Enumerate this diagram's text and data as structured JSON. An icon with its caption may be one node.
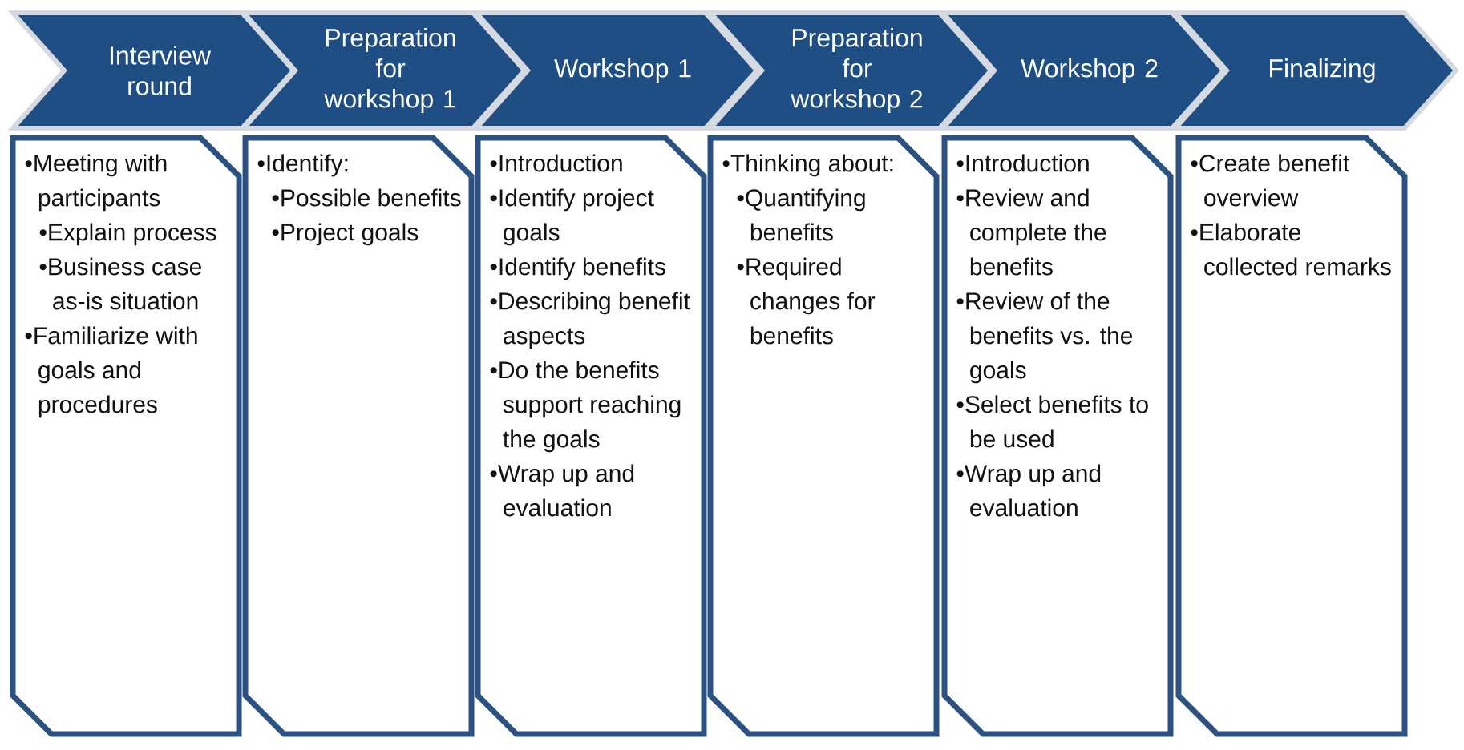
{
  "diagram": {
    "nodes": [
      {
        "text": [
          "Interview round"
        ]
      },
      {
        "text": [
          "Preparation for workshop 1"
        ]
      },
      {
        "text": [
          "Workshop 1"
        ]
      },
      {
        "text": [
          "Preparation for workshop 2"
        ]
      },
      {
        "text": [
          "Workshop 2"
        ]
      },
      {
        "text": [
          "Finalizing"
        ]
      },
      {
        "text": [
          "•Meeting with participants",
          "•Explain process",
          "•Business case as-is situation",
          "•Familiarize with goals and procedures"
        ]
      },
      {
        "text": [
          "•Identify:",
          "•Possible benefits",
          "•Project goals"
        ]
      },
      {
        "text": [
          "•Introduction",
          "•Identify project goals",
          "•Identify benefits",
          "•Describing benefit aspects",
          "•Do the benefits support reaching the goals",
          "•Wrap up and evaluation"
        ]
      },
      {
        "text": [
          "•Thinking about:",
          "•Quantifying benefits",
          "•Required changes for benefits"
        ]
      },
      {
        "text": [
          "•Introduction",
          "•Review and complete the benefits",
          "•Review of the benefits vs. the goals",
          "•Select benefits to be used",
          "•Wrap up and evaluation"
        ]
      },
      {
        "text": [
          "•Create benefit overview",
          "•Elaborate collected remarks"
        ]
      }
    ],
    "edges": []
  }
}
